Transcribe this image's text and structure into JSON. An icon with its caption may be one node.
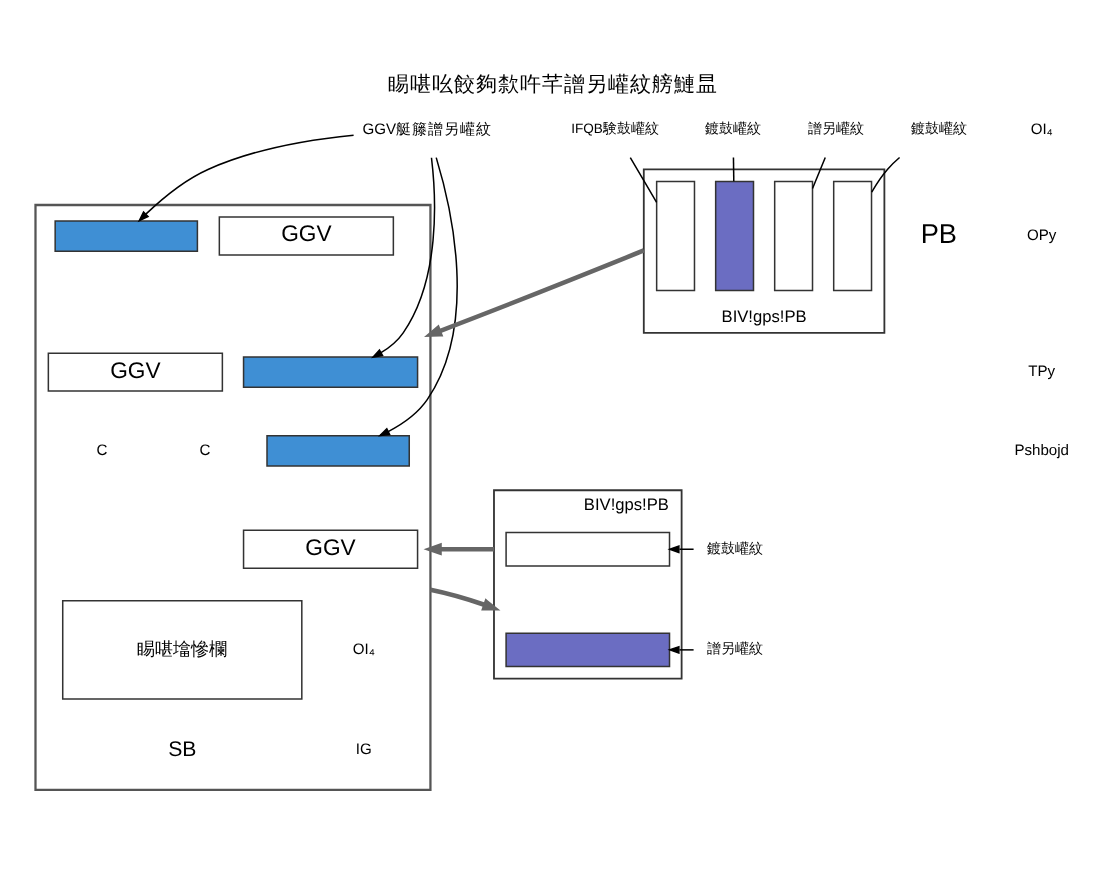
{
  "diagram": {
    "title": "睗啿吆餃夠歀吘芊譄另巏紋艕鰱昷",
    "nodes": [
      {
        "text": [
          "GGV艇籐譄另巏紋"
        ]
      },
      {
        "text": [],
        "shape": "box"
      },
      {
        "text": [],
        "shape": "box",
        "in": 1
      },
      {
        "text": [
          "GGV"
        ],
        "in": 1
      },
      {
        "text": [
          "GGV"
        ],
        "in": 1
      },
      {
        "text": [],
        "shape": "box",
        "in": 1
      },
      {
        "text": [],
        "shape": "box",
        "in": 1
      },
      {
        "text": [
          "GGV"
        ],
        "in": 1
      },
      {
        "text": [
          "睗啿墖慘欄"
        ],
        "in": 1
      },
      {
        "text": [
          "BIV!gps!PB"
        ]
      },
      {
        "text": [],
        "shape": "box",
        "in": 9
      },
      {
        "text": [],
        "shape": "box",
        "in": 9
      },
      {
        "text": [],
        "shape": "box",
        "in": 9
      },
      {
        "text": [],
        "shape": "box",
        "in": 9
      },
      {
        "text": [
          "IFQB験鼓巏紋"
        ]
      },
      {
        "text": [
          "鍍鼓巏紋"
        ]
      },
      {
        "text": [
          "譄另巏紋"
        ]
      },
      {
        "text": [
          "鍍鼓巏紋"
        ]
      },
      {
        "text": [
          "BIV!gps!PB"
        ]
      },
      {
        "text": [],
        "shape": "box",
        "in": 18
      },
      {
        "text": [],
        "shape": "box",
        "in": 18
      },
      {
        "text": [
          "鍍鼓巏紋"
        ]
      },
      {
        "text": [
          "譄另巏紋"
        ]
      }
    ],
    "edges": [
      {
        "from": 0,
        "to": 2,
        "arrow": "to"
      },
      {
        "from": 0,
        "to": 5,
        "arrow": "to"
      },
      {
        "from": 0,
        "to": 6,
        "arrow": "to"
      },
      {
        "from": 14,
        "to": 10,
        "arrow": "none"
      },
      {
        "from": 15,
        "to": 11,
        "arrow": "none"
      },
      {
        "from": 16,
        "to": 12,
        "arrow": "none"
      },
      {
        "from": 17,
        "to": 13,
        "arrow": "none"
      },
      {
        "from": 9,
        "to": 1,
        "arrow": "to",
        "style": "thick",
        "color": "#666666"
      },
      {
        "from": 1,
        "to": 18,
        "arrow": "to",
        "style": "thick",
        "color": "#666666"
      },
      {
        "from": 18,
        "to": 1,
        "arrow": "to",
        "style": "thick",
        "color": "#666666"
      },
      {
        "from": 21,
        "to": 19,
        "arrow": "to"
      },
      {
        "from": 22,
        "to": 20,
        "arrow": "to"
      }
    ],
    "labels": [
      "PB",
      "OI₄",
      "OPy",
      "TPy",
      "Pshbojd",
      "C",
      "C",
      "OI₄",
      "IG",
      "SB"
    ]
  }
}
